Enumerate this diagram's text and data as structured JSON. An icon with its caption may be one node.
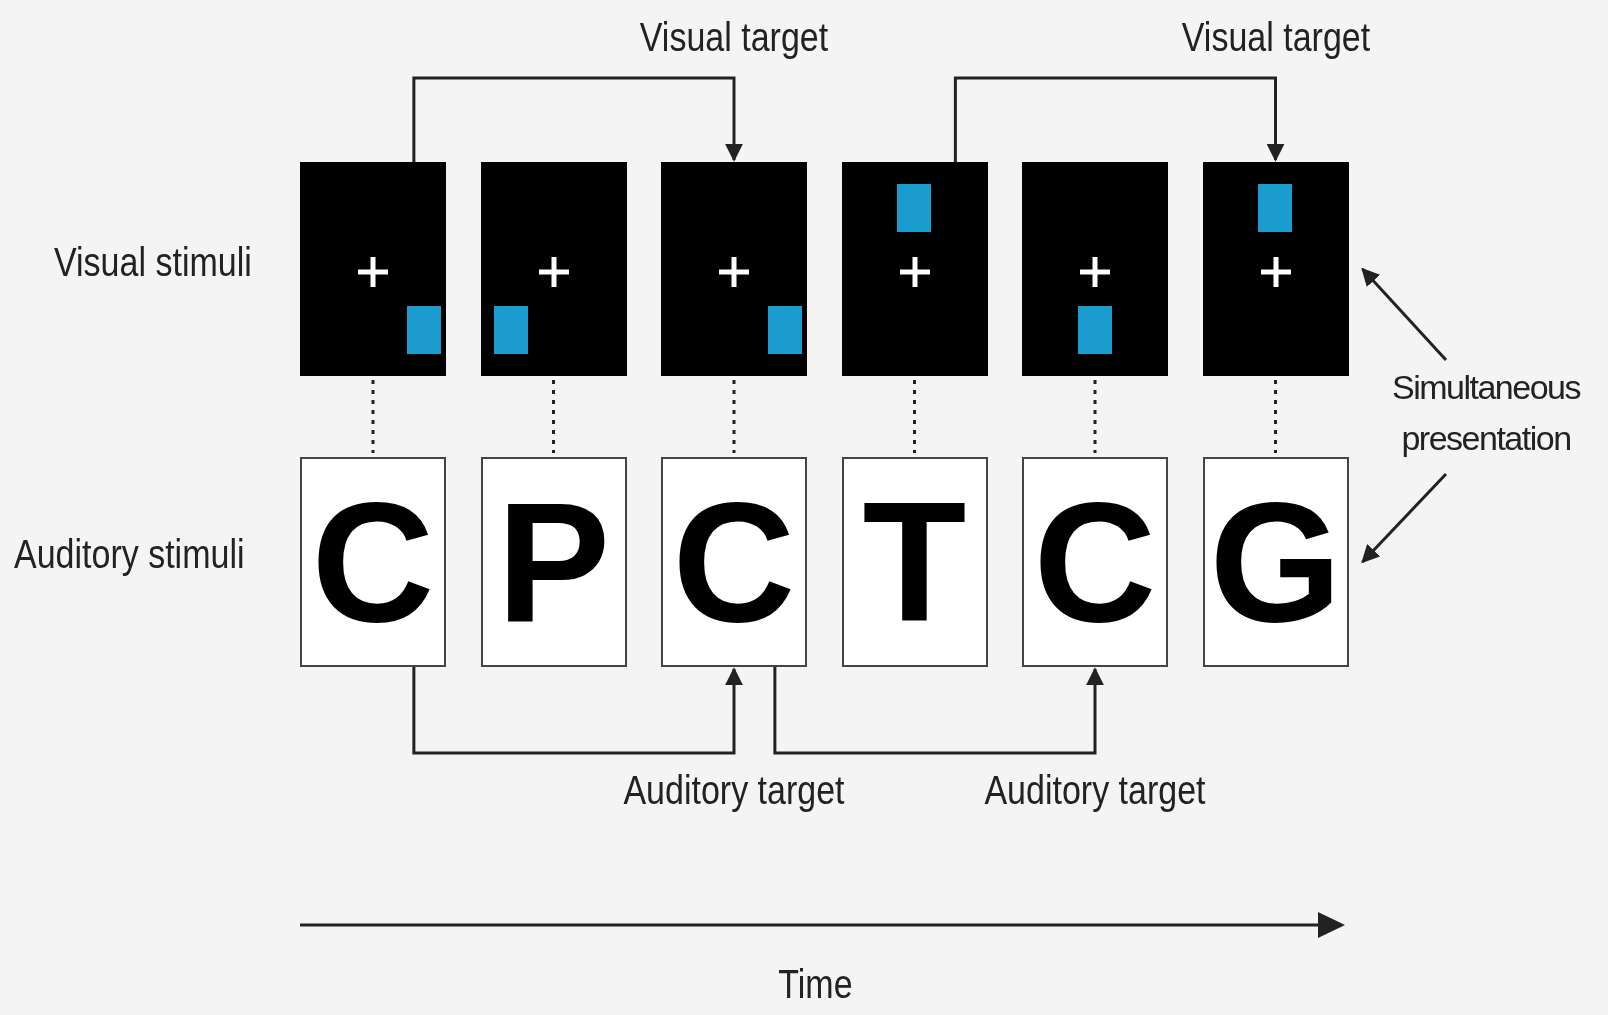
{
  "diagram": {
    "nodes": [
      {
        "text": [],
        "shape": "picture"
      },
      {
        "text": [],
        "shape": "picture"
      },
      {
        "text": [],
        "shape": "picture"
      },
      {
        "text": [],
        "shape": "picture"
      },
      {
        "text": [],
        "shape": "picture"
      },
      {
        "text": [],
        "shape": "picture"
      },
      {
        "text": [
          "C"
        ]
      },
      {
        "text": [
          "P"
        ]
      },
      {
        "text": [
          "C"
        ]
      },
      {
        "text": [
          "T"
        ]
      },
      {
        "text": [
          "C"
        ]
      },
      {
        "text": [
          "G"
        ]
      },
      {
        "text": [
          "Simultaneous presentation"
        ]
      }
    ],
    "edges": [
      {
        "from": 0,
        "to": 2,
        "arrow": "to",
        "label": "Visual target"
      },
      {
        "from": 3,
        "to": 5,
        "arrow": "to",
        "label": "Visual target"
      },
      {
        "from": 0,
        "to": 6,
        "arrow": "none",
        "style": "dashed"
      },
      {
        "from": 1,
        "to": 7,
        "arrow": "none",
        "style": "dashed"
      },
      {
        "from": 2,
        "to": 8,
        "arrow": "none",
        "style": "dashed"
      },
      {
        "from": 3,
        "to": 9,
        "arrow": "none",
        "style": "dashed"
      },
      {
        "from": 4,
        "to": 10,
        "arrow": "none",
        "style": "dashed"
      },
      {
        "from": 5,
        "to": 11,
        "arrow": "none",
        "style": "dashed"
      },
      {
        "from": 6,
        "to": 8,
        "arrow": "to",
        "label": "Auditory target"
      },
      {
        "from": 8,
        "to": 10,
        "arrow": "to",
        "label": "Auditory target"
      },
      {
        "from": 12,
        "to": 5,
        "arrow": "to"
      },
      {
        "from": 12,
        "to": 11,
        "arrow": "to"
      }
    ],
    "labels": [
      "Visual stimuli",
      "Auditory stimuli",
      "Time"
    ]
  }
}
